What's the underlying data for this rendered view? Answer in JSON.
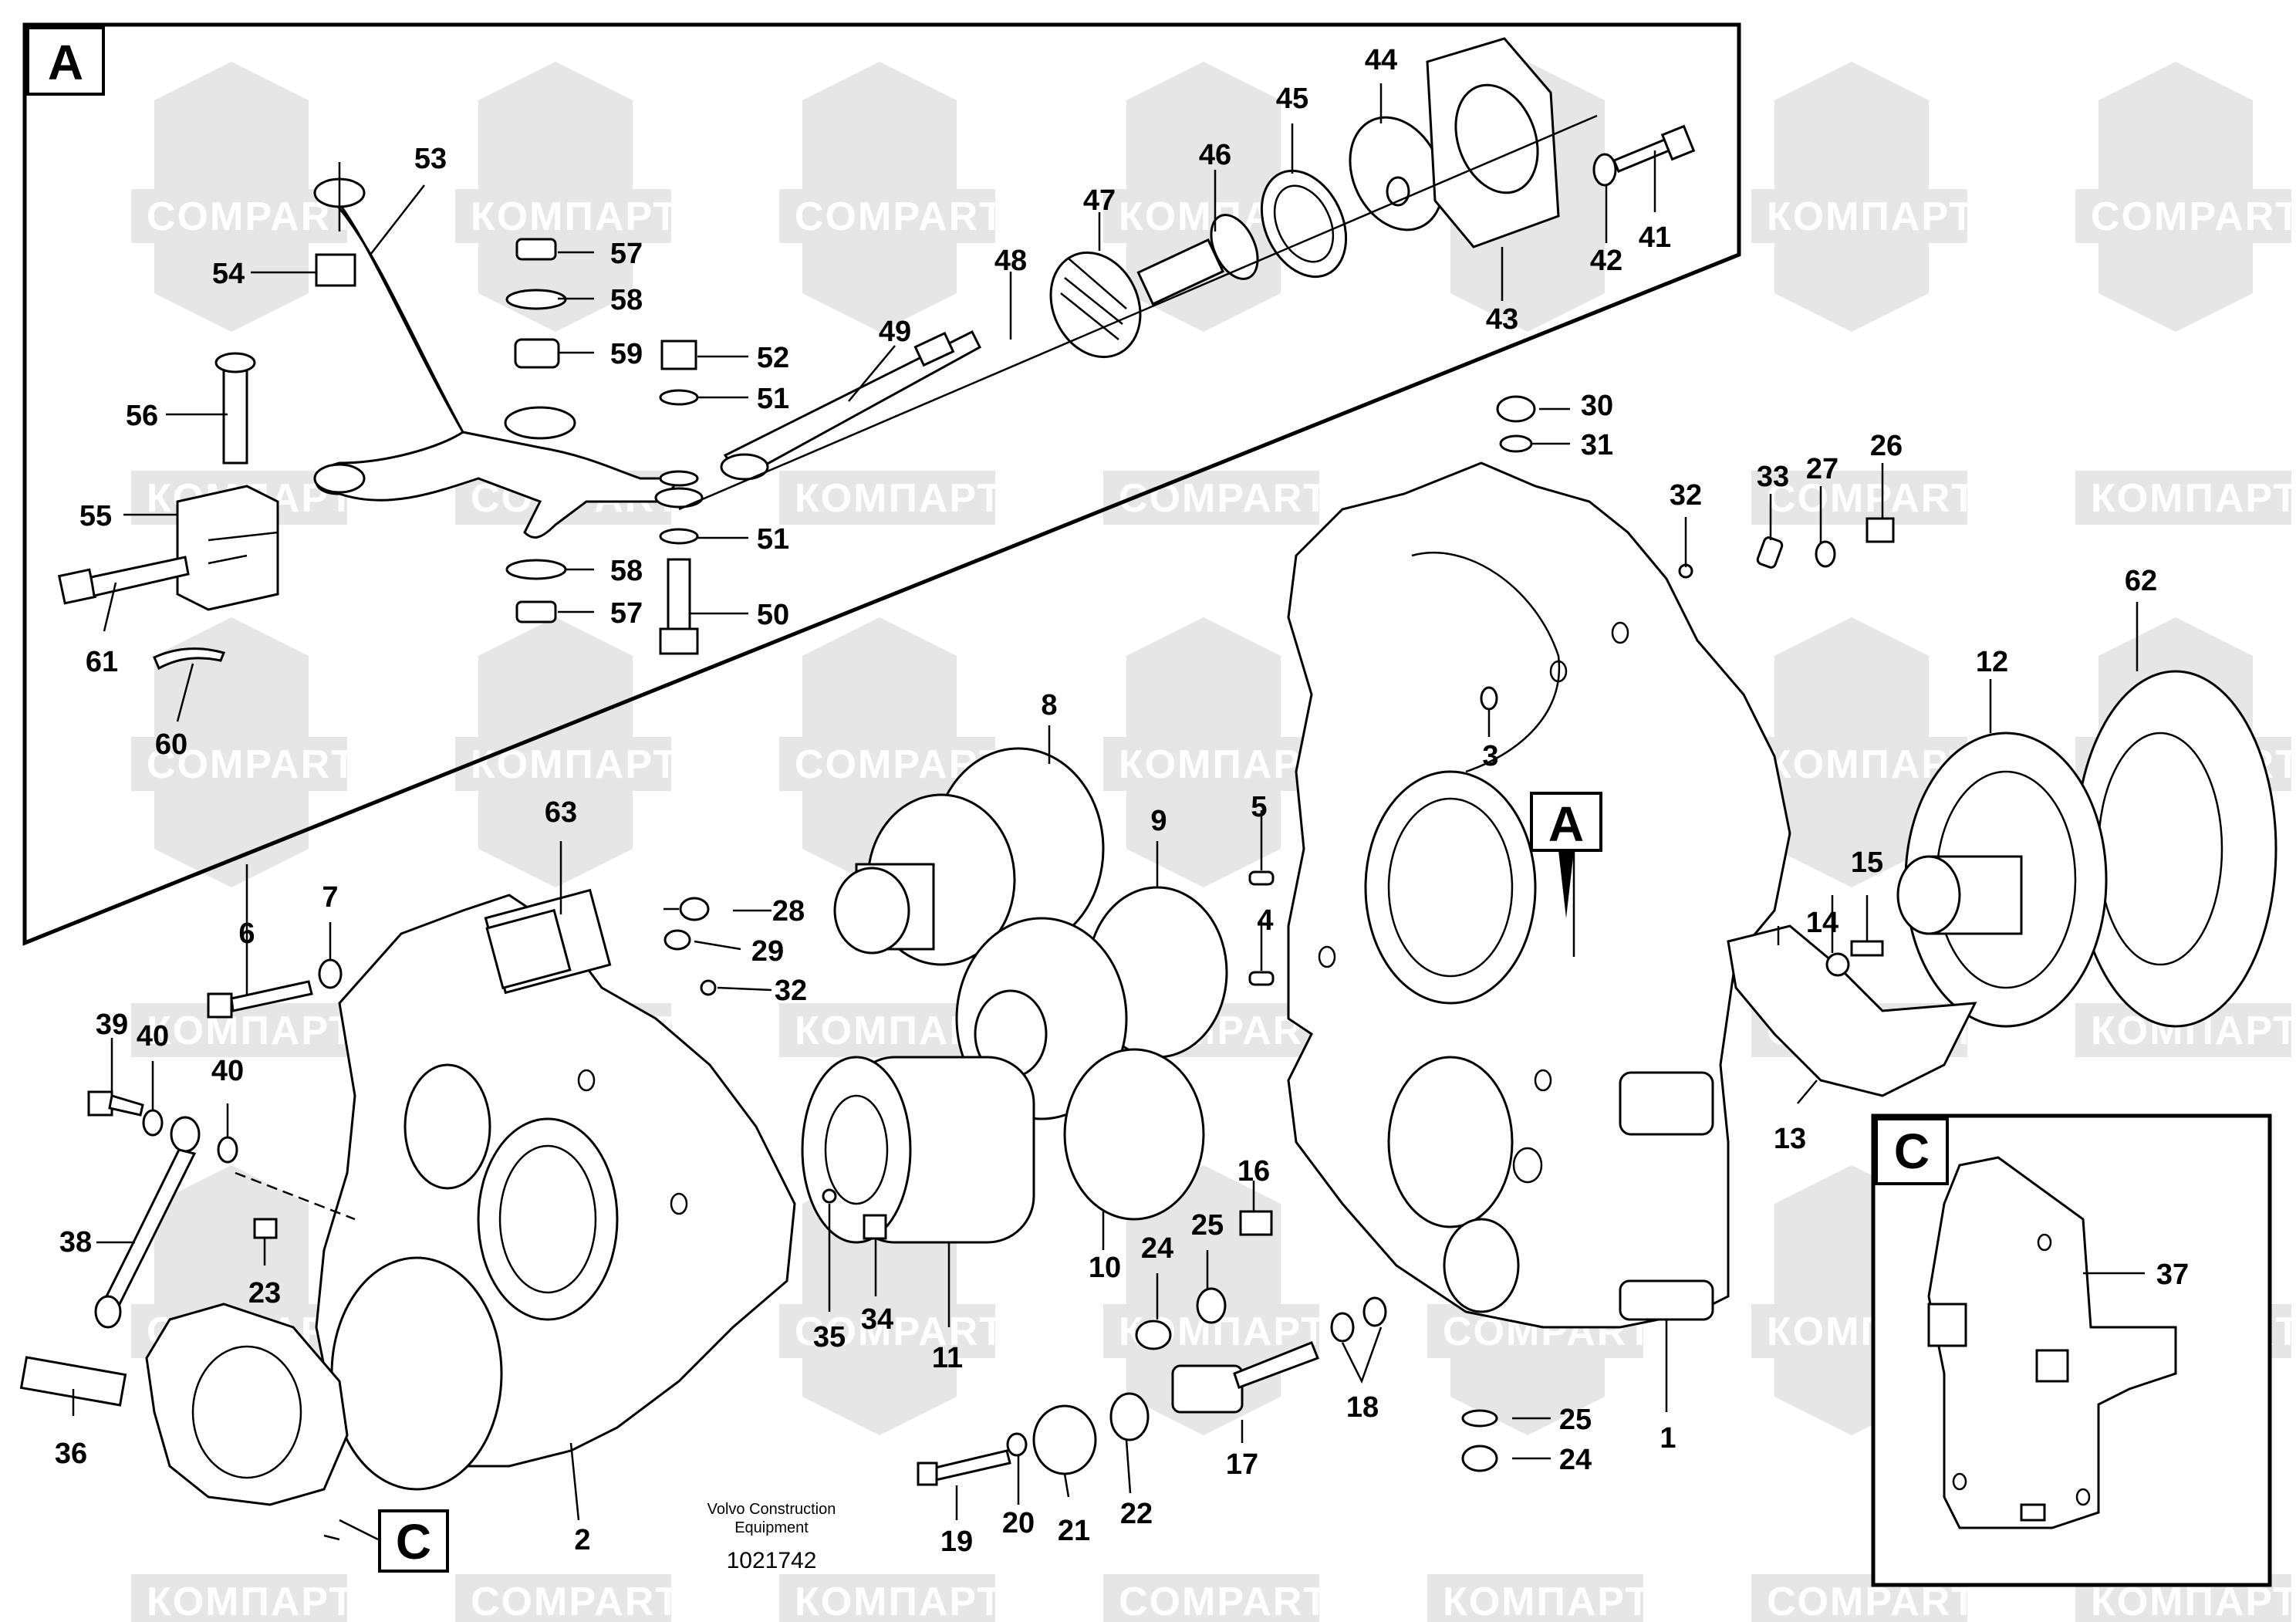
{
  "watermark": {
    "brand_latin": "COMPART",
    "brand_cyrillic": "КОМПАРТ",
    "color": "#e6e6e6"
  },
  "detail_labels": {
    "a": "A",
    "c": "C"
  },
  "caption": {
    "line1": "Volvo Construction",
    "line2": "Equipment",
    "number": "1021742"
  },
  "callouts": {
    "c1": "1",
    "c2": "2",
    "c3": "3",
    "c4": "4",
    "c5": "5",
    "c6": "6",
    "c7": "7",
    "c8": "8",
    "c9": "9",
    "c10": "10",
    "c11": "11",
    "c12": "12",
    "c13": "13",
    "c14": "14",
    "c15": "15",
    "c16": "16",
    "c17": "17",
    "c18": "18",
    "c19": "19",
    "c20": "20",
    "c21": "21",
    "c22": "22",
    "c23": "23",
    "c24a": "24",
    "c24b": "24",
    "c25a": "25",
    "c25b": "25",
    "c26": "26",
    "c27": "27",
    "c28": "28",
    "c29": "29",
    "c30": "30",
    "c31": "31",
    "c32a": "32",
    "c32b": "32",
    "c33": "33",
    "c34": "34",
    "c35": "35",
    "c36": "36",
    "c37": "37",
    "c38": "38",
    "c39": "39",
    "c40a": "40",
    "c40b": "40",
    "c41": "41",
    "c42": "42",
    "c43": "43",
    "c44": "44",
    "c45": "45",
    "c46": "46",
    "c47": "47",
    "c48": "48",
    "c49": "49",
    "c50": "50",
    "c51a": "51",
    "c51b": "51",
    "c52": "52",
    "c53": "53",
    "c54": "54",
    "c55": "55",
    "c56": "56",
    "c57a": "57",
    "c57b": "57",
    "c58a": "58",
    "c58b": "58",
    "c59": "59",
    "c60": "60",
    "c61": "61",
    "c62": "62",
    "c63": "63"
  }
}
